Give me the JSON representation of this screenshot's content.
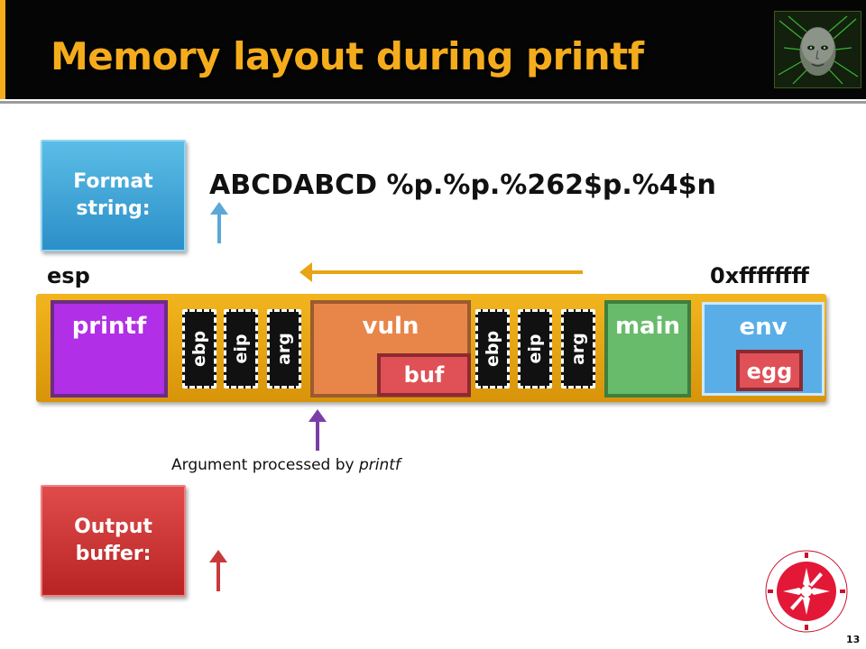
{
  "slide": {
    "title": "Memory layout during printf",
    "page_number": "13"
  },
  "format_box": {
    "label": "Format\nstring:"
  },
  "format_string": "ABCDABCD %p.%p.%262$p.%4$n",
  "output_box": {
    "label": "Output\nbuffer:"
  },
  "labels": {
    "esp": "esp",
    "top_address": "0xffffffff"
  },
  "memory": {
    "printf": "printf",
    "frame1": [
      "ebp",
      "eip",
      "arg"
    ],
    "vuln": "vuln",
    "buf": "buf",
    "frame2": [
      "ebp",
      "eip",
      "arg"
    ],
    "main": "main",
    "env": "env",
    "egg": "egg"
  },
  "caption": {
    "prefix": "Argument processed by ",
    "emphasis": "printf"
  },
  "colors": {
    "title": "#f5ac1c",
    "printf": "#b12fe6",
    "vuln": "#e8864a",
    "main": "#69bb6c",
    "env": "#5aaee8",
    "buf": "#e05057",
    "strip": "#e8a414",
    "arrow_direction": "#e8a414",
    "arrow_format": "#5ba7d6",
    "arrow_argument": "#7a3ea8",
    "arrow_output": "#c83a3a"
  },
  "icons": {
    "header_image": "cyber-face-image",
    "university_logo": "reykjavik-university-logo"
  }
}
